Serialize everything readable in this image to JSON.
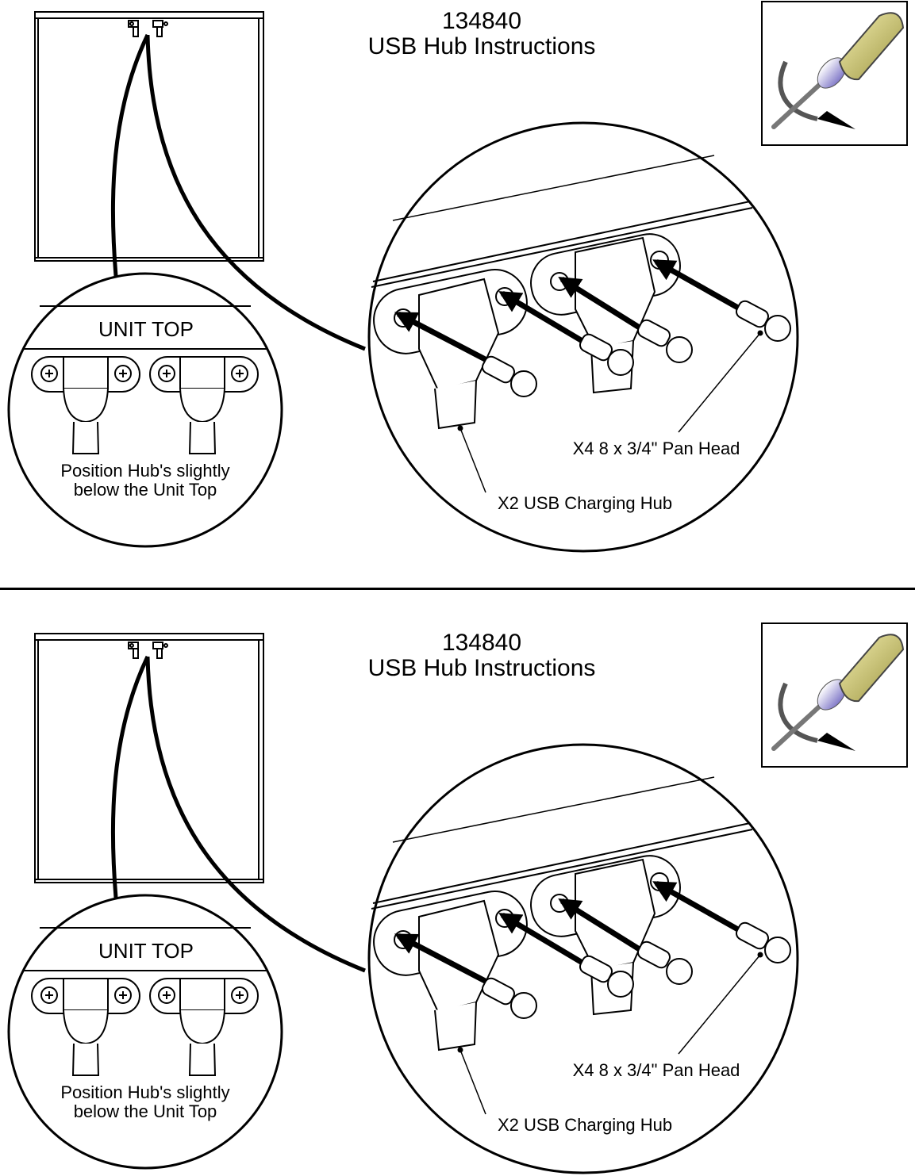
{
  "sheets": [
    {
      "part_number": "134840",
      "title": "USB Hub Instructions",
      "detail_left": {
        "label_top": "UNIT TOP",
        "note_line1": "Position Hub's slightly",
        "note_line2": "below the Unit Top"
      },
      "detail_right": {
        "callout_screws": "X4 8 x 3/4\" Pan Head",
        "callout_hubs": "X2 USB Charging Hub"
      },
      "tool_icon": "screwdriver-icon"
    },
    {
      "part_number": "134840",
      "title": "USB Hub Instructions",
      "detail_left": {
        "label_top": "UNIT TOP",
        "note_line1": "Position Hub's slightly",
        "note_line2": "below the Unit Top"
      },
      "detail_right": {
        "callout_screws": "X4 8 x 3/4\" Pan Head",
        "callout_hubs": "X2 USB Charging Hub"
      },
      "tool_icon": "screwdriver-icon"
    }
  ],
  "colors": {
    "line": "#000000",
    "screwdriver_handle": "#d9d27a",
    "screwdriver_shaft": "#b9b2e0"
  }
}
